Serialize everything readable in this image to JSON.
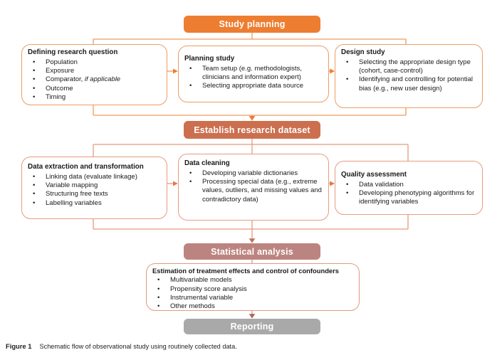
{
  "accent_colors": {
    "banner_orange": "#ED7D31",
    "banner_terracotta": "#CB6F4E",
    "banner_mauve": "#BC8480",
    "banner_gray": "#A9A9A9",
    "row1_box_border": "#EE9D63",
    "row2_box_border": "#E79C80"
  },
  "banners": [
    {
      "label": "Study planning",
      "color": "#ED7D31"
    },
    {
      "label": "Establish research dataset",
      "color": "#CB6F4E"
    },
    {
      "label": "Statistical analysis",
      "color": "#BC8480"
    },
    {
      "label": "Reporting",
      "color": "#A9A9A9"
    }
  ],
  "row1": [
    {
      "title": "Defining research question",
      "items": [
        {
          "text": "Population"
        },
        {
          "text": "Exposure"
        },
        {
          "text": "Comparator, ",
          "italic": "if applicable"
        },
        {
          "text": "Outcome"
        },
        {
          "text": "Timing"
        }
      ]
    },
    {
      "title": "Planning study",
      "items": [
        {
          "text": "Team setup (e.g.  methodologists, clinicians and information expert)"
        },
        {
          "text": "Selecting appropriate data source"
        }
      ]
    },
    {
      "title": "Design study",
      "items": [
        {
          "text": "Selecting the appropriate design type (cohort, case-control)"
        },
        {
          "text": "Identifying and controlling for potential bias (e.g., new user design)"
        }
      ]
    }
  ],
  "row2": [
    {
      "title": "Data  extraction and transformation",
      "items": [
        {
          "text": "Linking data (evaluate linkage)"
        },
        {
          "text": "Variable mapping"
        },
        {
          "text": "Structuring free texts"
        },
        {
          "text": "Labelling variables"
        }
      ]
    },
    {
      "title": "Data cleaning",
      "items": [
        {
          "text": "Developing variable dictionaries"
        },
        {
          "text": "Processing special data (e.g., extreme values, outliers, and missing values and contradictory data)"
        }
      ]
    },
    {
      "title": "Quality assessment",
      "items": [
        {
          "text": "Data validation"
        },
        {
          "text": "Developing phenotyping algorithms for identifying variables"
        }
      ]
    }
  ],
  "row3": [
    {
      "title": "Estimation of treatment effects and control of confounders",
      "items": [
        {
          "text": "Multivariable models"
        },
        {
          "text": "Propensity score analysis"
        },
        {
          "text": "Instrumental variable"
        },
        {
          "text": "Other methods"
        }
      ]
    }
  ],
  "caption": {
    "label": "Figure 1",
    "text": "Schematic flow of observational study using routinely collected data."
  }
}
